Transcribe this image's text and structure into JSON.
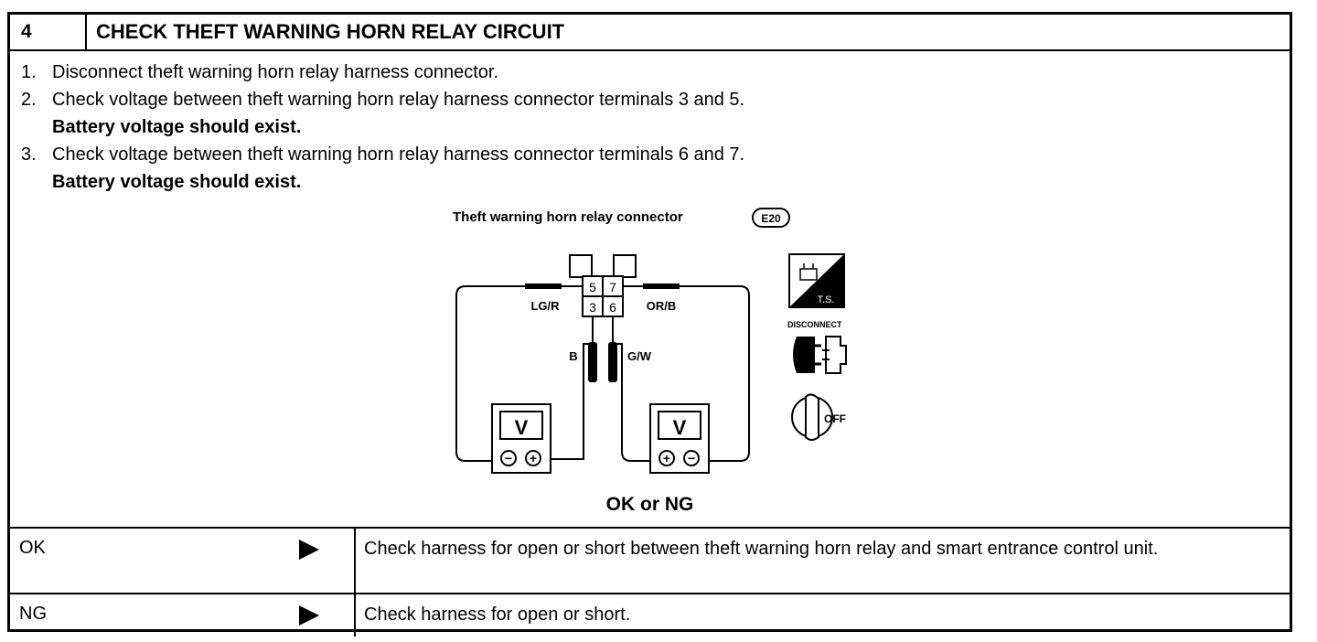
{
  "header": {
    "number": "4",
    "title": "CHECK THEFT WARNING HORN RELAY CIRCUIT"
  },
  "steps": [
    {
      "num": "1.",
      "text": "Disconnect theft warning horn relay harness connector.",
      "requirement": ""
    },
    {
      "num": "2.",
      "text": "Check voltage between theft warning horn relay harness connector terminals 3 and 5.",
      "requirement": "Battery voltage should exist."
    },
    {
      "num": "3.",
      "text": "Check voltage between theft warning horn relay harness connector terminals 6 and 7.",
      "requirement": "Battery voltage should exist."
    }
  ],
  "diagram": {
    "caption": "Theft warning horn relay connector",
    "connector_id": "E20",
    "terminals": {
      "t5": "5",
      "t7": "7",
      "t3": "3",
      "t6": "6"
    },
    "wires": {
      "left_top": "LG/R",
      "right_top": "OR/B",
      "left_probe": "B",
      "right_probe": "G/W"
    },
    "meter_label": "V",
    "plus": "+",
    "minus": "−",
    "icons": {
      "ts_label": "T.S.",
      "disconnect_label": "DISCONNECT",
      "off_label": "OFF"
    }
  },
  "result_question": "OK or NG",
  "results": [
    {
      "label": "OK",
      "action": "Check harness for open or short between theft warning horn relay and smart entrance control unit."
    },
    {
      "label": "NG",
      "action": "Check harness for open or short."
    }
  ]
}
